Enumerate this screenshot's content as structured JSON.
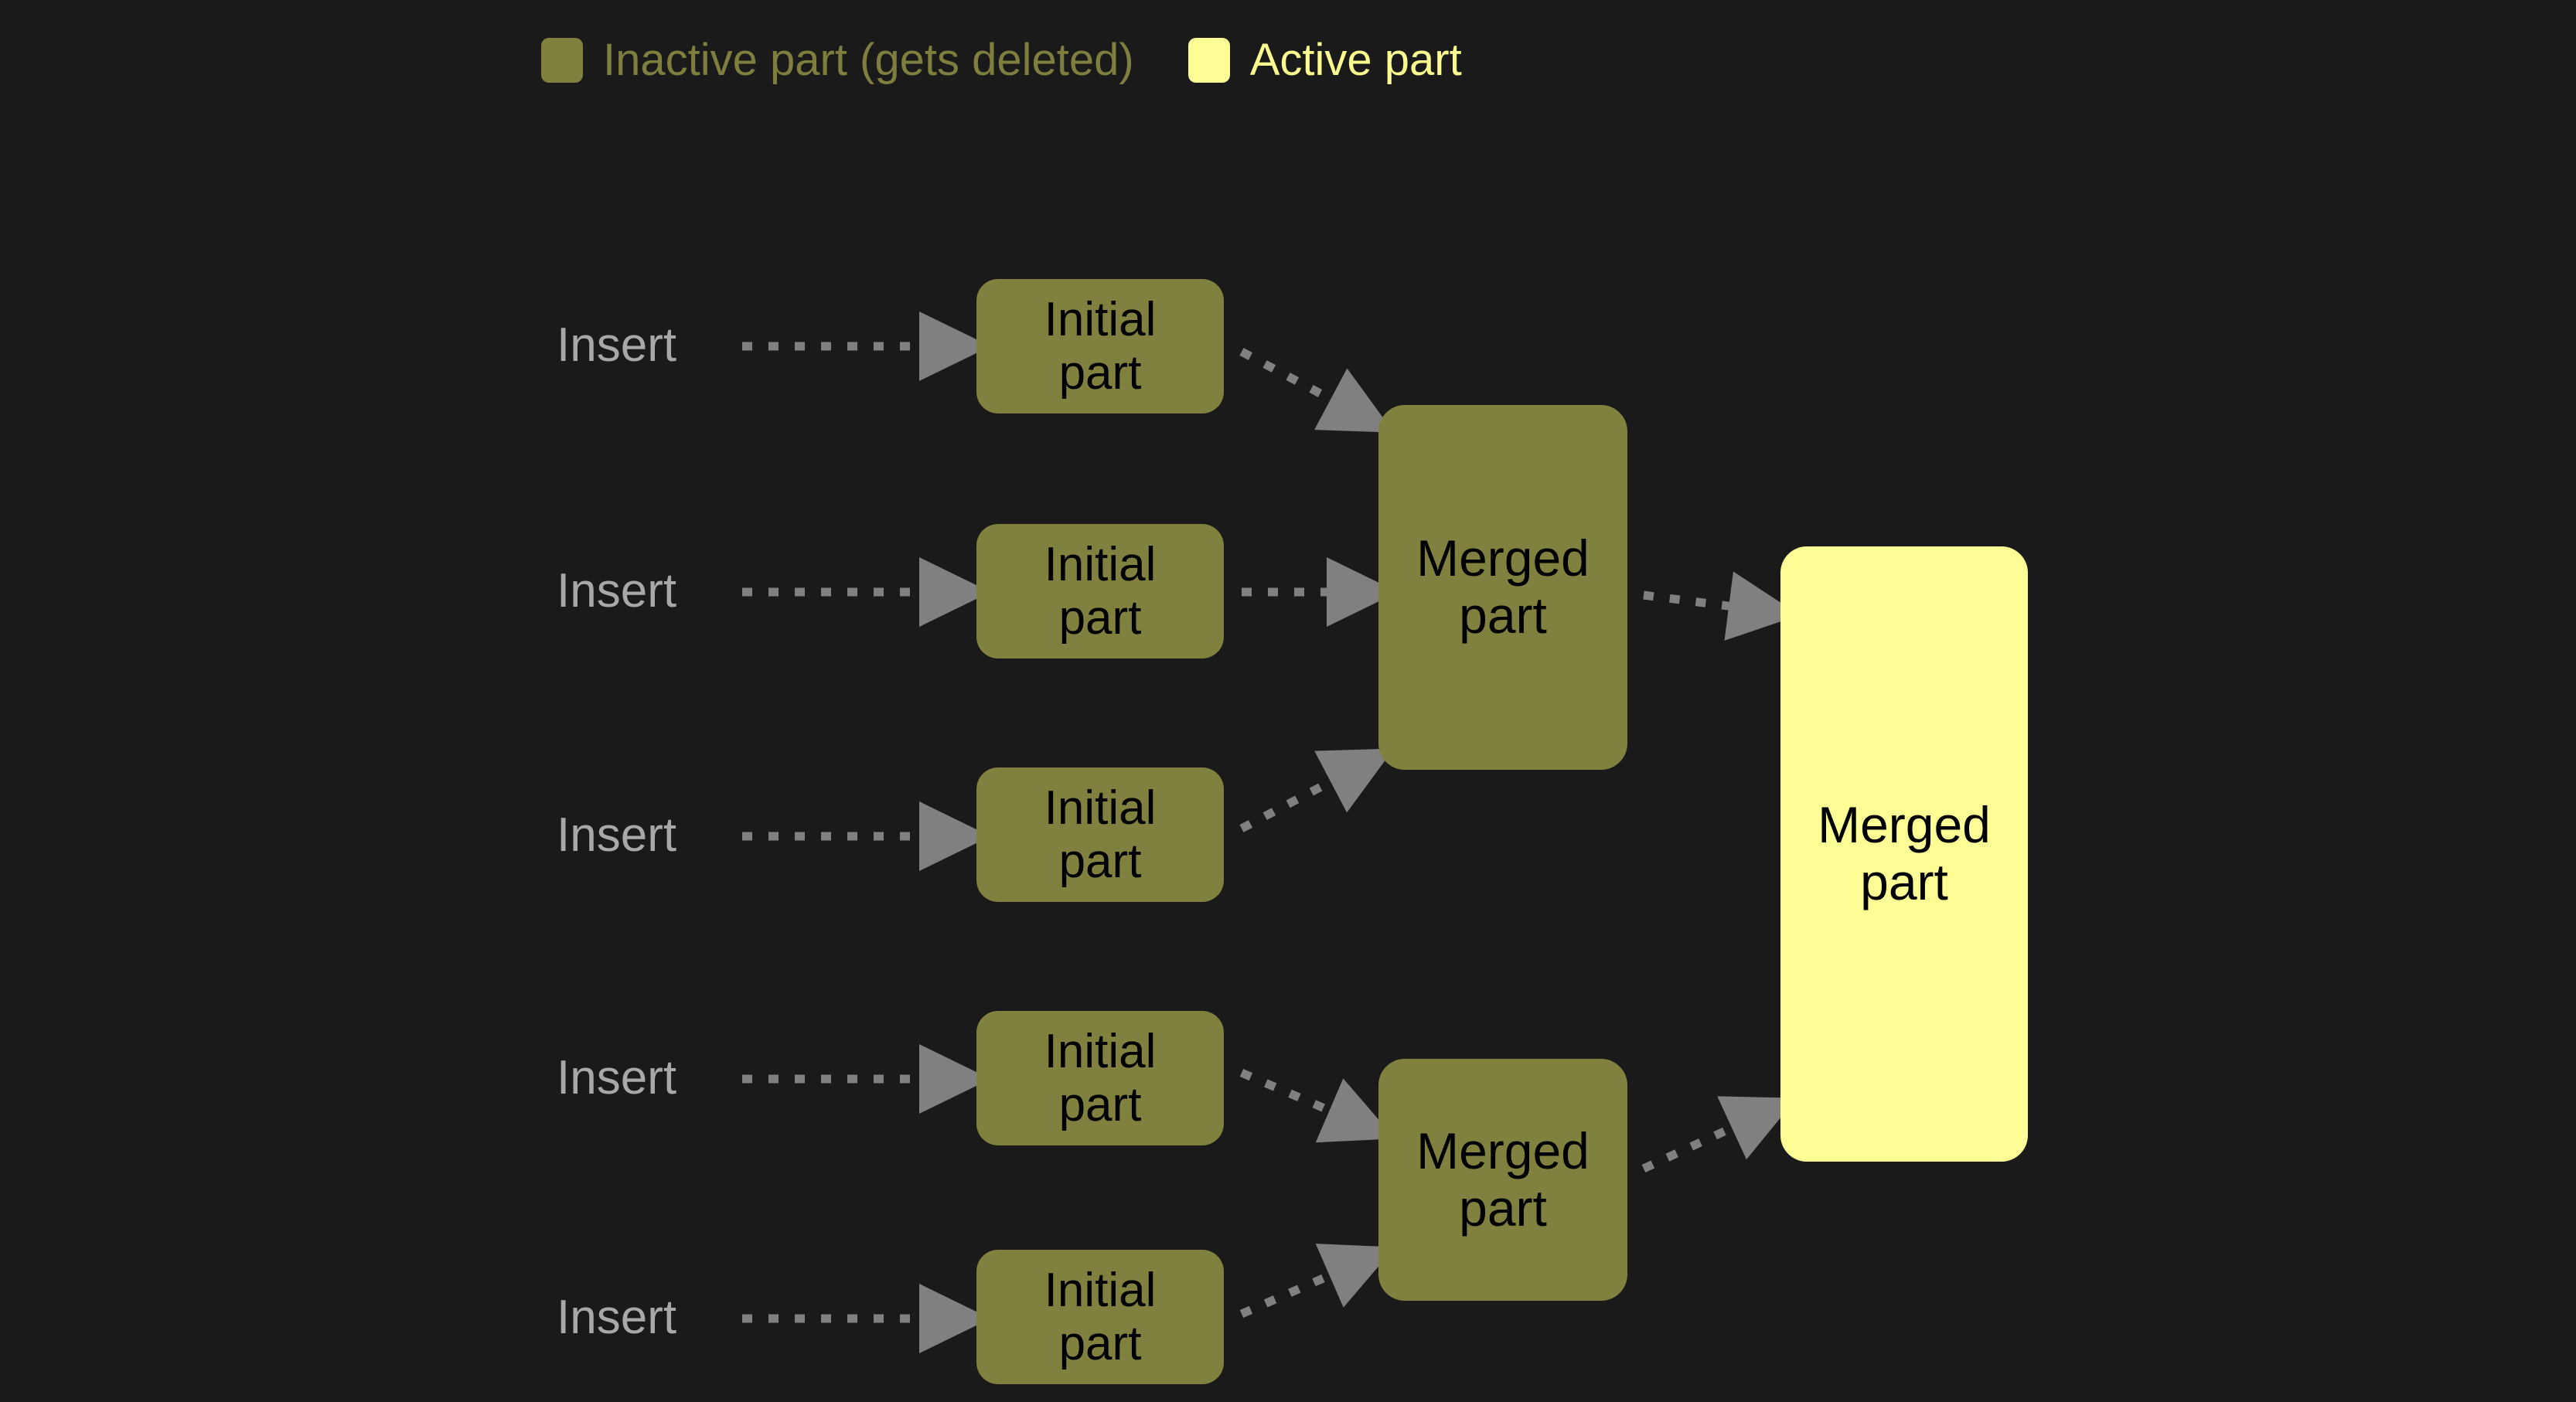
{
  "background_color": "#1a1a1a",
  "colors": {
    "inactive_part": "#80803f",
    "active_part": "#fdfd96",
    "inactive_legend_text": "#7e7f3f",
    "active_legend_text": "#fbfb90",
    "insert_label_text": "#a8a8a8",
    "arrow": "#808080",
    "node_text": "#000000"
  },
  "legend": {
    "items": [
      {
        "swatch_color": "#80803f",
        "label": "Inactive part (gets deleted)",
        "state": "inactive"
      },
      {
        "swatch_color": "#fdfd96",
        "label": "Active part",
        "state": "active"
      }
    ]
  },
  "diagram": {
    "type": "merge-tree",
    "insert_label": "Insert",
    "inserts": [
      {
        "label": "Insert"
      },
      {
        "label": "Insert"
      },
      {
        "label": "Insert"
      },
      {
        "label": "Insert"
      },
      {
        "label": "Insert"
      }
    ],
    "initial_parts": [
      {
        "line1": "Initial",
        "line2": "part",
        "state": "inactive"
      },
      {
        "line1": "Initial",
        "line2": "part",
        "state": "inactive"
      },
      {
        "line1": "Initial",
        "line2": "part",
        "state": "inactive"
      },
      {
        "line1": "Initial",
        "line2": "part",
        "state": "inactive"
      },
      {
        "line1": "Initial",
        "line2": "part",
        "state": "inactive"
      }
    ],
    "merged_parts": [
      {
        "line1": "Merged",
        "line2": "part",
        "state": "inactive"
      },
      {
        "line1": "Merged",
        "line2": "part",
        "state": "inactive"
      }
    ],
    "final_part": {
      "line1": "Merged",
      "line2": "part",
      "state": "active"
    },
    "edges": [
      {
        "from": "insert-1",
        "to": "initial-part-1",
        "style": "dotted-arrow"
      },
      {
        "from": "insert-2",
        "to": "initial-part-2",
        "style": "dotted-arrow"
      },
      {
        "from": "insert-3",
        "to": "initial-part-3",
        "style": "dotted-arrow"
      },
      {
        "from": "insert-4",
        "to": "initial-part-4",
        "style": "dotted-arrow"
      },
      {
        "from": "insert-5",
        "to": "initial-part-5",
        "style": "dotted-arrow"
      },
      {
        "from": "initial-part-1",
        "to": "merged-part-1",
        "style": "dotted-arrow"
      },
      {
        "from": "initial-part-2",
        "to": "merged-part-1",
        "style": "dotted-arrow"
      },
      {
        "from": "initial-part-3",
        "to": "merged-part-1",
        "style": "dotted-arrow"
      },
      {
        "from": "initial-part-4",
        "to": "merged-part-2",
        "style": "dotted-arrow"
      },
      {
        "from": "initial-part-5",
        "to": "merged-part-2",
        "style": "dotted-arrow"
      },
      {
        "from": "merged-part-1",
        "to": "final-merged-part",
        "style": "dotted-arrow"
      },
      {
        "from": "merged-part-2",
        "to": "final-merged-part",
        "style": "dotted-arrow"
      }
    ]
  }
}
